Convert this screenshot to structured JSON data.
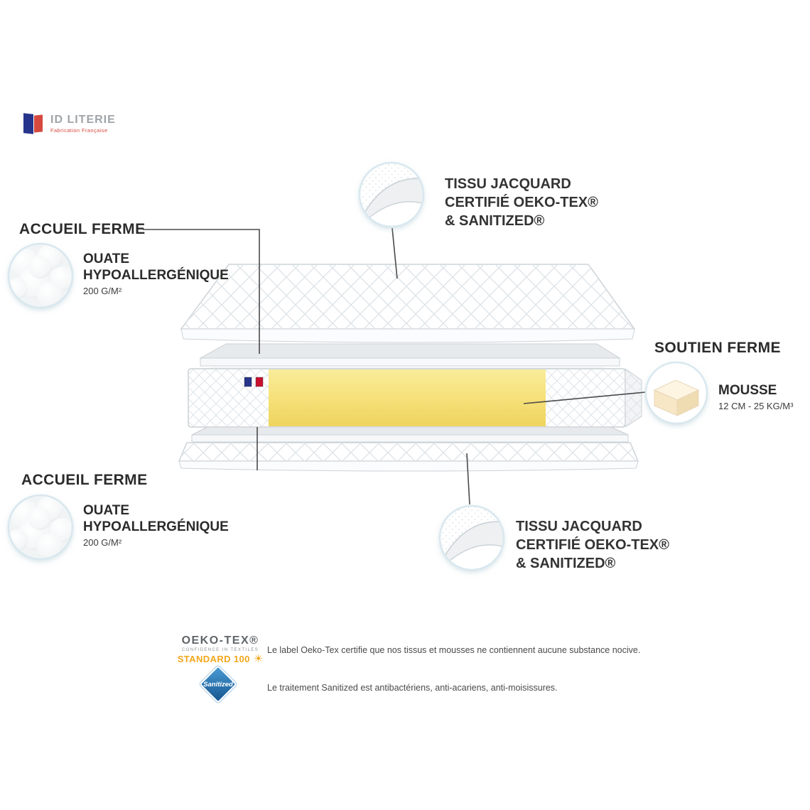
{
  "brand": {
    "name": "ID LITERIE",
    "tagline": "Fabrication Française"
  },
  "callouts": {
    "tissu_top": {
      "lines": [
        "TISSU JACQUARD",
        "CERTIFIÉ OEKO-TEX®",
        "& SANITIZED®"
      ]
    },
    "accueil_top": {
      "heading": "ACCUEIL FERME",
      "title_lines": [
        "OUATE",
        "HYPOALLERGÉNIQUE"
      ],
      "spec": "200 G/M²"
    },
    "soutien": {
      "heading": "SOUTIEN FERME",
      "title": "MOUSSE",
      "spec": "12 CM - 25 KG/M³"
    },
    "accueil_bottom": {
      "heading": "ACCUEIL FERME",
      "title_lines": [
        "OUATE",
        "HYPOALLERGÉNIQUE"
      ],
      "spec": "200 G/M²"
    },
    "tissu_bottom": {
      "lines": [
        "TISSU JACQUARD",
        "CERTIFIÉ OEKO-TEX®",
        "& SANITIZED®"
      ]
    }
  },
  "certifications": {
    "oekotex": {
      "brand": "OEKO-TEX®",
      "subtitle": "CONFIDENCE IN TEXTILES",
      "standard": "STANDARD 100",
      "description": "Le label Oeko-Tex certifie que nos tissus et mousses ne contiennent aucune substance nocive."
    },
    "sanitized": {
      "brand": "Sanitized",
      "description": "Le traitement Sanitized est antibactériens, anti-acariens, anti-moisissures."
    }
  },
  "colors": {
    "foam_yellow": "#F6E17A",
    "accent_orange": "#F2A71B",
    "sanitized_blue": "#15558F",
    "logo_blue": "#27348B",
    "logo_red": "#D6493F",
    "text_dark": "#2B2B2B"
  }
}
